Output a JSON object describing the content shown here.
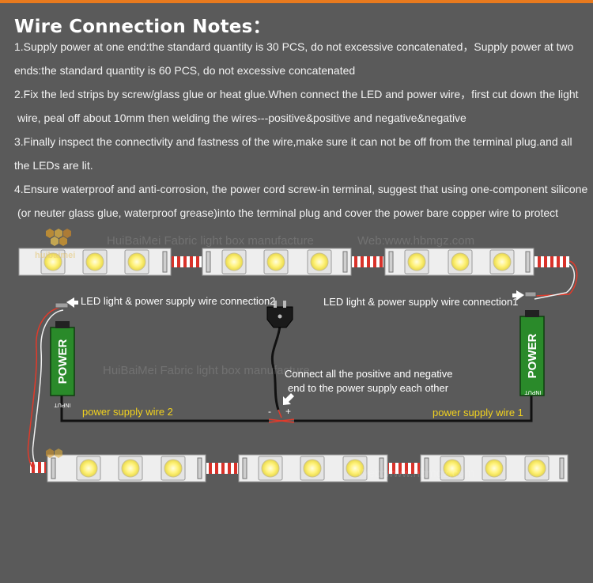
{
  "title": "Wire Connection Notes：",
  "notes": [
    "1.Supply power at one end:the standard quantity is 30 PCS, do not excessive concatenated，Supply power at two",
    "ends:the standard quantity is 60 PCS, do not excessive concatenated",
    "2.Fix the led strips by screw/glass glue or heat glue.When connect the LED and power wire，first cut down the light",
    " wire, peal off about 10mm then welding the wires---positive&positive and negative&negative",
    "3.Finally inspect the connectivity and fastness of the wire,make sure it can not be off from the terminal plug.and all",
    "the LEDs are lit.",
    "4.Ensure waterproof and anti-corrosion, the power cord screw-in terminal, suggest that using one-component silicone",
    " (or neuter glass glue, waterproof grease)into the terminal plug and cover the power bare copper wire to protect"
  ],
  "diagram": {
    "label_conn2": "LED light & power supply wire connection2",
    "label_conn1": "LED light & power supply wire connection1",
    "label_connect_all": "Connect all the positive and negative",
    "label_connect_all_2": "end to the power supply each other",
    "label_psw2": "power supply wire  2",
    "label_psw1": "power supply wire  1",
    "power_text": "POWER",
    "input_text": "INPUT",
    "minus": "-",
    "plus": "+",
    "logo_text": "huibaimei",
    "watermark_1": "HuiBaiMei Fabric light box manufacture",
    "watermark_2": "Web:www.hbmgz.com",
    "watermark_3": "HuiBaiMei Fabric light box manufacture",
    "watermark_4": "Web:www.hbmgz.com"
  },
  "colors": {
    "background": "#5a5a5a",
    "accent": "#e87a1e",
    "psu_green": "#2a8a2a",
    "label_yellow": "#f2d21e",
    "led_yellow": "#fff27a",
    "wire_red": "#e23a2a"
  },
  "icons": [
    "power-plug-icon",
    "arrow-icon",
    "led-icon"
  ]
}
